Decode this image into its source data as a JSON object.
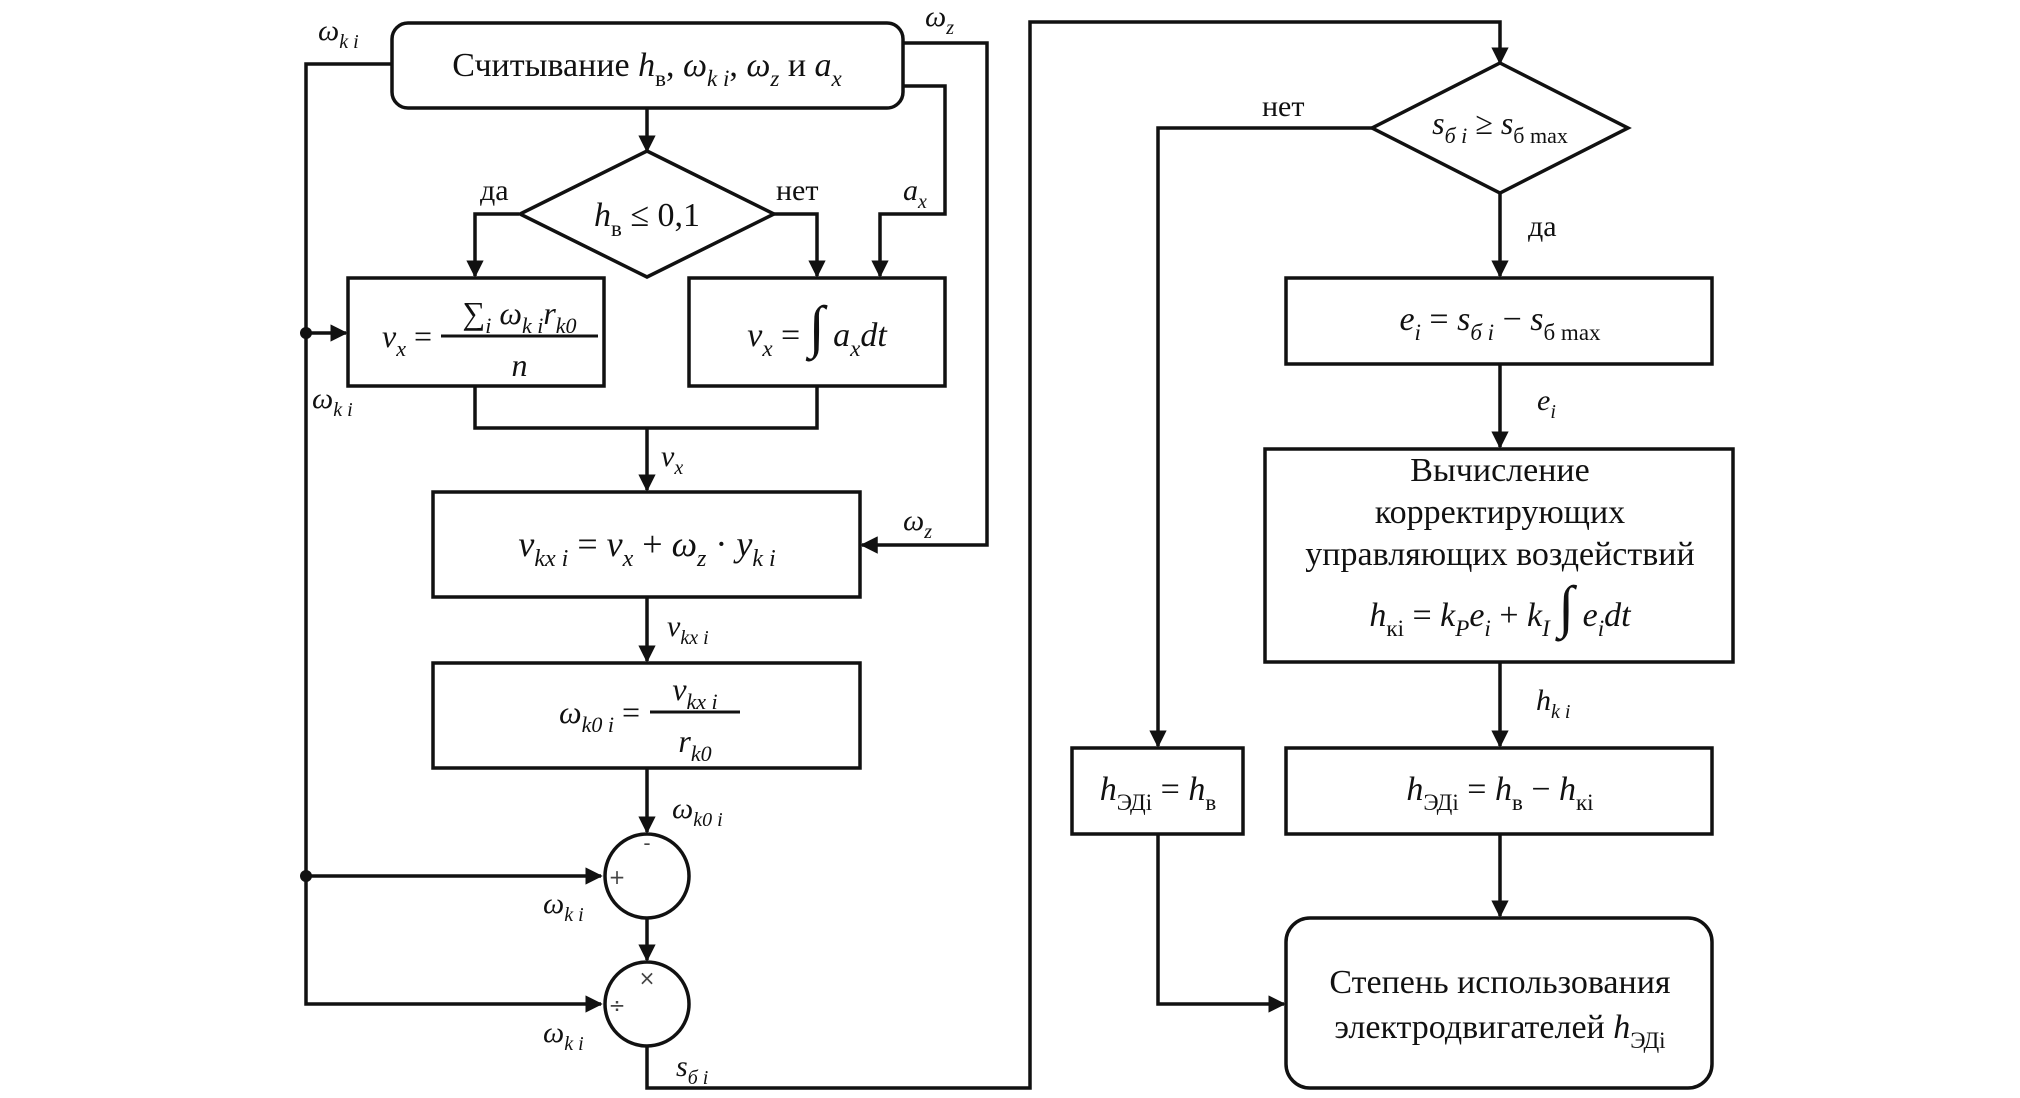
{
  "diagram": {
    "title": "Алгоритм вычисления степени использования электродвигателей",
    "colors": {
      "stroke": "#111111",
      "background": "#ffffff",
      "sign": "#444444"
    },
    "nodes": {
      "read_input": {
        "type": "terminal",
        "text": "Считывание h_в, ω_k i, ω_z и a_x",
        "parts": [
          {
            "t": "Считывание ",
            "s": "n"
          },
          {
            "t": "h",
            "s": "i"
          },
          {
            "t": "в",
            "s": "sub"
          },
          {
            "t": ", ",
            "s": "n"
          },
          {
            "t": "ω",
            "s": "i"
          },
          {
            "t": "k i",
            "s": "subi"
          },
          {
            "t": ", ",
            "s": "n"
          },
          {
            "t": "ω",
            "s": "i"
          },
          {
            "t": "z",
            "s": "subi"
          },
          {
            "t": " и ",
            "s": "n"
          },
          {
            "t": "a",
            "s": "i"
          },
          {
            "t": "x",
            "s": "subi"
          }
        ]
      },
      "cond_hv": {
        "type": "decision",
        "text": "h_в ≤ 0,1",
        "parts": [
          {
            "t": "h",
            "s": "i"
          },
          {
            "t": "в",
            "s": "sub"
          },
          {
            "t": " ≤ 0,1",
            "s": "n"
          }
        ]
      },
      "vx_sum": {
        "type": "process",
        "text": "v_x = Σ_i ω_k i r_k0 / n",
        "lhs": [
          {
            "t": "v",
            "s": "i"
          },
          {
            "t": "x",
            "s": "subi"
          },
          {
            "t": " =",
            "s": "n"
          }
        ],
        "num": [
          {
            "t": "∑",
            "s": "n"
          },
          {
            "t": "i",
            "s": "subi"
          },
          {
            "t": " ω",
            "s": "i"
          },
          {
            "t": "k i",
            "s": "subi"
          },
          {
            "t": "r",
            "s": "i"
          },
          {
            "t": "k0",
            "s": "subi"
          }
        ],
        "den": [
          {
            "t": "n",
            "s": "i"
          }
        ]
      },
      "vx_int": {
        "type": "process",
        "text": "v_x = ∫ a_x dt",
        "parts": [
          {
            "t": "v",
            "s": "i"
          },
          {
            "t": "x",
            "s": "subi"
          },
          {
            "t": " = ",
            "s": "n"
          },
          {
            "t": "∫",
            "s": "big"
          },
          {
            "t": " a",
            "s": "i"
          },
          {
            "t": "x",
            "s": "subi"
          },
          {
            "t": "dt",
            "s": "i"
          }
        ]
      },
      "vkxi": {
        "type": "process",
        "text": "v_kx i = v_x + ω_z · y_k i",
        "parts": [
          {
            "t": "v",
            "s": "i"
          },
          {
            "t": "kx i",
            "s": "subi"
          },
          {
            "t": " = ",
            "s": "n"
          },
          {
            "t": "v",
            "s": "i"
          },
          {
            "t": "x",
            "s": "subi"
          },
          {
            "t": " + ",
            "s": "n"
          },
          {
            "t": "ω",
            "s": "i"
          },
          {
            "t": "z",
            "s": "subi"
          },
          {
            "t": " · ",
            "s": "n"
          },
          {
            "t": "y",
            "s": "i"
          },
          {
            "t": "k i",
            "s": "subi"
          }
        ]
      },
      "wk0i": {
        "type": "process",
        "text": "ω_k0 i = v_kx i / r_k0",
        "lhs": [
          {
            "t": "ω",
            "s": "i"
          },
          {
            "t": "k0 i",
            "s": "subi"
          },
          {
            "t": " =",
            "s": "n"
          }
        ],
        "num": [
          {
            "t": "v",
            "s": "i"
          },
          {
            "t": "kx i",
            "s": "subi"
          }
        ],
        "den": [
          {
            "t": "r",
            "s": "i"
          },
          {
            "t": "k0",
            "s": "subi"
          }
        ]
      },
      "sum_node": {
        "type": "summing-junction",
        "top_sign": "-",
        "left_sign": "+"
      },
      "div_node": {
        "type": "summing-junction",
        "top_sign": "×",
        "left_sign": "÷"
      },
      "cond_s": {
        "type": "decision",
        "text": "s_б i ≥ s_б max",
        "parts": [
          {
            "t": "s",
            "s": "i"
          },
          {
            "t": "б i",
            "s": "subi"
          },
          {
            "t": " ≥ ",
            "s": "n"
          },
          {
            "t": "s",
            "s": "i"
          },
          {
            "t": "б max",
            "s": "sub"
          }
        ]
      },
      "ei": {
        "type": "process",
        "text": "e_i = s_б i − s_б max",
        "parts": [
          {
            "t": "e",
            "s": "i"
          },
          {
            "t": "i",
            "s": "subi"
          },
          {
            "t": " = ",
            "s": "n"
          },
          {
            "t": "s",
            "s": "i"
          },
          {
            "t": "б i",
            "s": "subi"
          },
          {
            "t": " − ",
            "s": "n"
          },
          {
            "t": "s",
            "s": "i"
          },
          {
            "t": "б max",
            "s": "sub"
          }
        ]
      },
      "correction": {
        "type": "process",
        "lines": [
          "Вычисление",
          "корректирующих",
          "управляющих воздействий"
        ],
        "formula": "h_кi = k_P e_i + k_I ∫ e_i dt",
        "parts": [
          {
            "t": "h",
            "s": "i"
          },
          {
            "t": "кi",
            "s": "sub"
          },
          {
            "t": " = ",
            "s": "n"
          },
          {
            "t": "k",
            "s": "i"
          },
          {
            "t": "P",
            "s": "subi"
          },
          {
            "t": "e",
            "s": "i"
          },
          {
            "t": "i",
            "s": "subi"
          },
          {
            "t": " + ",
            "s": "n"
          },
          {
            "t": "k",
            "s": "i"
          },
          {
            "t": "I",
            "s": "subi"
          },
          {
            "t": " ",
            "s": "n"
          },
          {
            "t": "∫",
            "s": "big"
          },
          {
            "t": " e",
            "s": "i"
          },
          {
            "t": "i",
            "s": "subi"
          },
          {
            "t": "dt",
            "s": "i"
          }
        ]
      },
      "hed_equal": {
        "type": "process",
        "text": "h_ЭДi = h_в",
        "parts": [
          {
            "t": "h",
            "s": "i"
          },
          {
            "t": "ЭДi",
            "s": "sub"
          },
          {
            "t": " = ",
            "s": "n"
          },
          {
            "t": "h",
            "s": "i"
          },
          {
            "t": "в",
            "s": "sub"
          }
        ]
      },
      "hed_diff": {
        "type": "process",
        "text": "h_ЭДi = h_в − h_кi",
        "parts": [
          {
            "t": "h",
            "s": "i"
          },
          {
            "t": "ЭДi",
            "s": "sub"
          },
          {
            "t": " = ",
            "s": "n"
          },
          {
            "t": "h",
            "s": "i"
          },
          {
            "t": "в",
            "s": "sub"
          },
          {
            "t": " − ",
            "s": "n"
          },
          {
            "t": "h",
            "s": "i"
          },
          {
            "t": "кi",
            "s": "sub"
          }
        ]
      },
      "output": {
        "type": "terminal",
        "lines": [
          "Степень использования",
          "электродвигателей h_ЭДi"
        ],
        "line1": [
          {
            "t": "Степень использования",
            "s": "n"
          }
        ],
        "line2": [
          {
            "t": "электродвигателей ",
            "s": "n"
          },
          {
            "t": "h",
            "s": "i"
          },
          {
            "t": "ЭДi",
            "s": "sub"
          }
        ]
      }
    },
    "edge_labels": {
      "wki_top": [
        {
          "t": "ω",
          "s": "i"
        },
        {
          "t": "k i",
          "s": "subi"
        }
      ],
      "wz_top": [
        {
          "t": "ω",
          "s": "i"
        },
        {
          "t": "z",
          "s": "subi"
        }
      ],
      "yes1": [
        {
          "t": "да",
          "s": "n"
        }
      ],
      "no1": [
        {
          "t": "нет",
          "s": "n"
        }
      ],
      "ax": [
        {
          "t": "a",
          "s": "i"
        },
        {
          "t": "x",
          "s": "subi"
        }
      ],
      "wki_mid": [
        {
          "t": "ω",
          "s": "i"
        },
        {
          "t": "k i",
          "s": "subi"
        }
      ],
      "vx": [
        {
          "t": "v",
          "s": "i"
        },
        {
          "t": "x",
          "s": "subi"
        }
      ],
      "wz_mid": [
        {
          "t": "ω",
          "s": "i"
        },
        {
          "t": "z",
          "s": "subi"
        }
      ],
      "vkxi": [
        {
          "t": "v",
          "s": "i"
        },
        {
          "t": "kx i",
          "s": "subi"
        }
      ],
      "wk0i": [
        {
          "t": "ω",
          "s": "i"
        },
        {
          "t": "k0 i",
          "s": "subi"
        }
      ],
      "wki_sum": [
        {
          "t": "ω",
          "s": "i"
        },
        {
          "t": "k i",
          "s": "subi"
        }
      ],
      "wki_div": [
        {
          "t": "ω",
          "s": "i"
        },
        {
          "t": "k i",
          "s": "subi"
        }
      ],
      "sbi": [
        {
          "t": "s",
          "s": "i"
        },
        {
          "t": "б i",
          "s": "subi"
        }
      ],
      "no2": [
        {
          "t": "нет",
          "s": "n"
        }
      ],
      "yes2": [
        {
          "t": "да",
          "s": "n"
        }
      ],
      "ei": [
        {
          "t": "e",
          "s": "i"
        },
        {
          "t": "i",
          "s": "subi"
        }
      ],
      "hki": [
        {
          "t": "h",
          "s": "i"
        },
        {
          "t": "k i",
          "s": "subi"
        }
      ]
    }
  }
}
